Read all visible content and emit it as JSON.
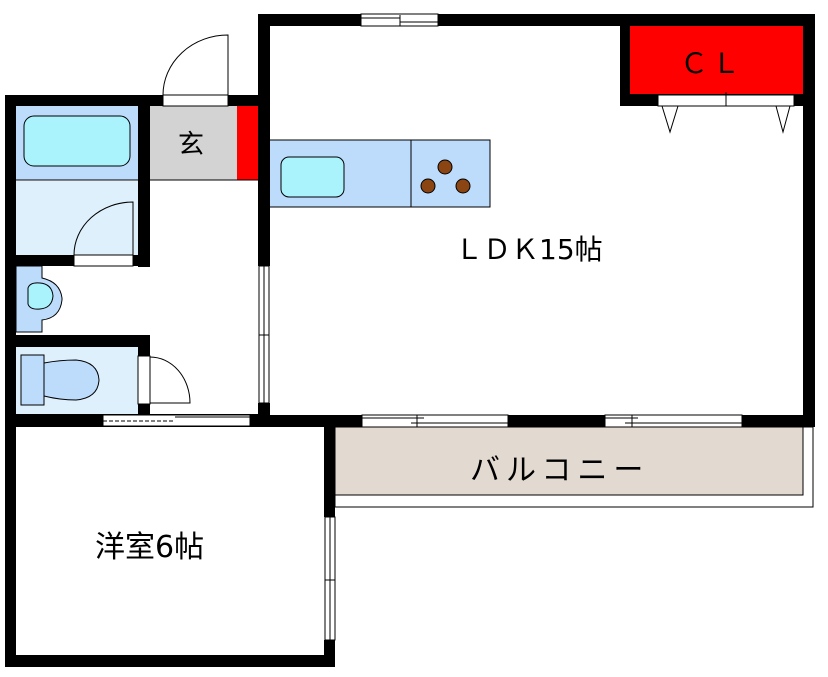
{
  "floor_plan": {
    "rooms": {
      "ldk": {
        "label": "ＬＤＫ15帖"
      },
      "western_room": {
        "label": "洋室6帖"
      },
      "balcony": {
        "label": "バルコニー"
      },
      "closet": {
        "label": "ＣＬ"
      },
      "entrance": {
        "label": "玄"
      }
    },
    "colors": {
      "wall": "#000000",
      "closet": "#ff0000",
      "entrance": "#d3d3d3",
      "balcony": "#e2d9d1",
      "wet_area": "#bddcfb",
      "wet_area_light": "#dff0fd",
      "fixture": "#aaf2fc",
      "burner": "#8b4513"
    }
  }
}
